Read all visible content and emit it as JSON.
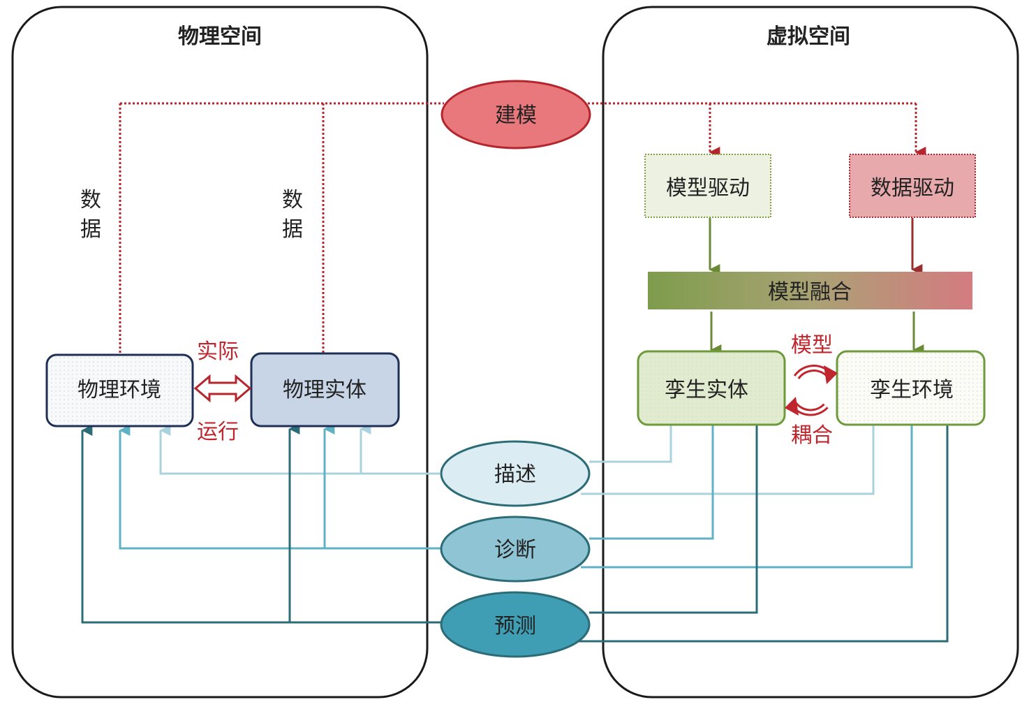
{
  "spaces": {
    "physical": "物理空间",
    "virtual": "虚拟空间"
  },
  "ovals": {
    "modeling": "建模",
    "describe": "描述",
    "diagnose": "诊断",
    "predict": "预测"
  },
  "physical": {
    "data_label_1": [
      "数",
      "据"
    ],
    "data_label_2": [
      "数",
      "据"
    ],
    "environment": "物理环境",
    "entity": "物理实体",
    "actual_top": "实际",
    "actual_bottom": "运行"
  },
  "virtual": {
    "model_driven": "模型驱动",
    "data_driven": "数据驱动",
    "model_fusion": "模型融合",
    "twin_entity": "孪生实体",
    "twin_environment": "孪生环境",
    "coupling_top": "模型",
    "coupling_bottom": "耦合"
  },
  "colors": {
    "red_dotted": "#b3262d",
    "describe_line": "#a9d1de",
    "diagnose_line": "#5fb2c4",
    "predict_line": "#2b6c76",
    "green_arrow": "#6b8a35",
    "dark_red_arrow": "#9a2e2e"
  }
}
